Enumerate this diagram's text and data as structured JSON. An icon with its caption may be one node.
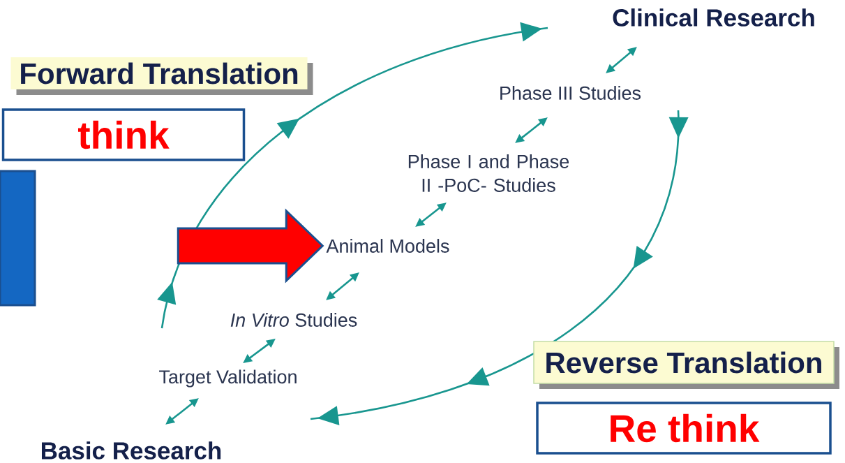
{
  "diagram": {
    "nodes": [
      {
        "text": [
          "Basic Research"
        ]
      },
      {
        "text": [
          "Target Validation"
        ]
      },
      {
        "text": [
          "*In Vitro* Studies"
        ]
      },
      {
        "text": [
          "Animal Models"
        ]
      },
      {
        "text": [
          "Phase I and Phase II -PoC- Studies"
        ]
      },
      {
        "text": [
          "Phase III Studies"
        ]
      },
      {
        "text": [
          "Clinical Research"
        ]
      },
      {
        "text": [
          "Forward Translation"
        ]
      },
      {
        "text": [
          "think"
        ]
      },
      {
        "text": [],
        "shape": "box"
      },
      {
        "text": [
          "Reverse Translation"
        ]
      },
      {
        "text": [
          "Re think"
        ]
      }
    ],
    "edges": [
      {
        "from": 0,
        "to": 1,
        "arrow": "both"
      },
      {
        "from": 1,
        "to": 2,
        "arrow": "both"
      },
      {
        "from": 2,
        "to": 3,
        "arrow": "both"
      },
      {
        "from": 3,
        "to": 4,
        "arrow": "both"
      },
      {
        "from": 4,
        "to": 5,
        "arrow": "both"
      },
      {
        "from": 5,
        "to": 6,
        "arrow": "both"
      },
      {
        "from": null,
        "to": 3,
        "arrow": "to"
      }
    ]
  }
}
